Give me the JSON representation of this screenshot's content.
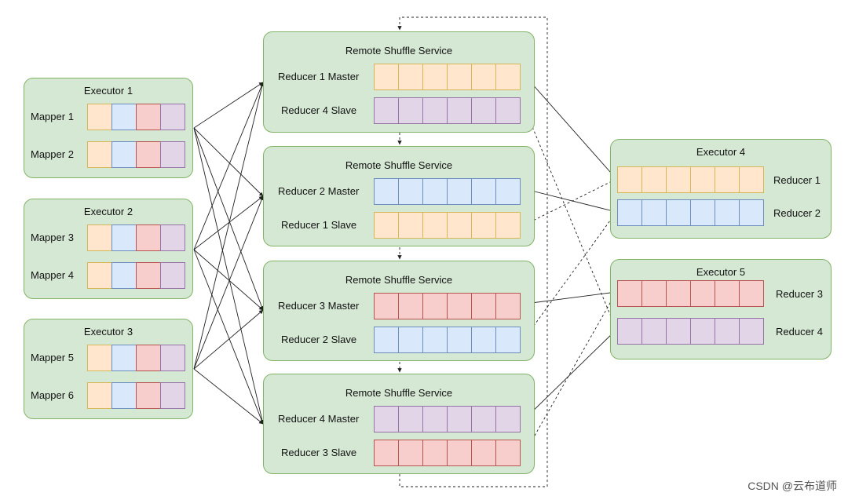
{
  "executors_left": [
    {
      "title": "Executor 1",
      "mappers": [
        "Mapper 1",
        "Mapper 2"
      ]
    },
    {
      "title": "Executor 2",
      "mappers": [
        "Mapper 3",
        "Mapper 4"
      ]
    },
    {
      "title": "Executor 3",
      "mappers": [
        "Mapper 5",
        "Mapper 6"
      ]
    }
  ],
  "services": [
    {
      "title": "Remote Shuffle Service",
      "master": "Reducer 1 Master",
      "slave": "Reducer 4 Slave"
    },
    {
      "title": "Remote Shuffle Service",
      "master": "Reducer 2 Master",
      "slave": "Reducer 1 Slave"
    },
    {
      "title": "Remote Shuffle Service",
      "master": "Reducer 3 Master",
      "slave": "Reducer 2 Slave"
    },
    {
      "title": "Remote Shuffle Service",
      "master": "Reducer 4 Master",
      "slave": "Reducer 3 Slave"
    }
  ],
  "executors_right": [
    {
      "title": "Executor 4",
      "reducers": [
        "Reducer 1",
        "Reducer 2"
      ]
    },
    {
      "title": "Executor 5",
      "reducers": [
        "Reducer 3",
        "Reducer 4"
      ]
    }
  ],
  "colors": {
    "box_fill": "#d5e8d4",
    "box_border": "#82b366",
    "orange": "#ffe6cc",
    "blue": "#dae8fc",
    "red": "#f8cecc",
    "purple": "#e1d5e7"
  },
  "watermark": "CSDN @云布道师"
}
